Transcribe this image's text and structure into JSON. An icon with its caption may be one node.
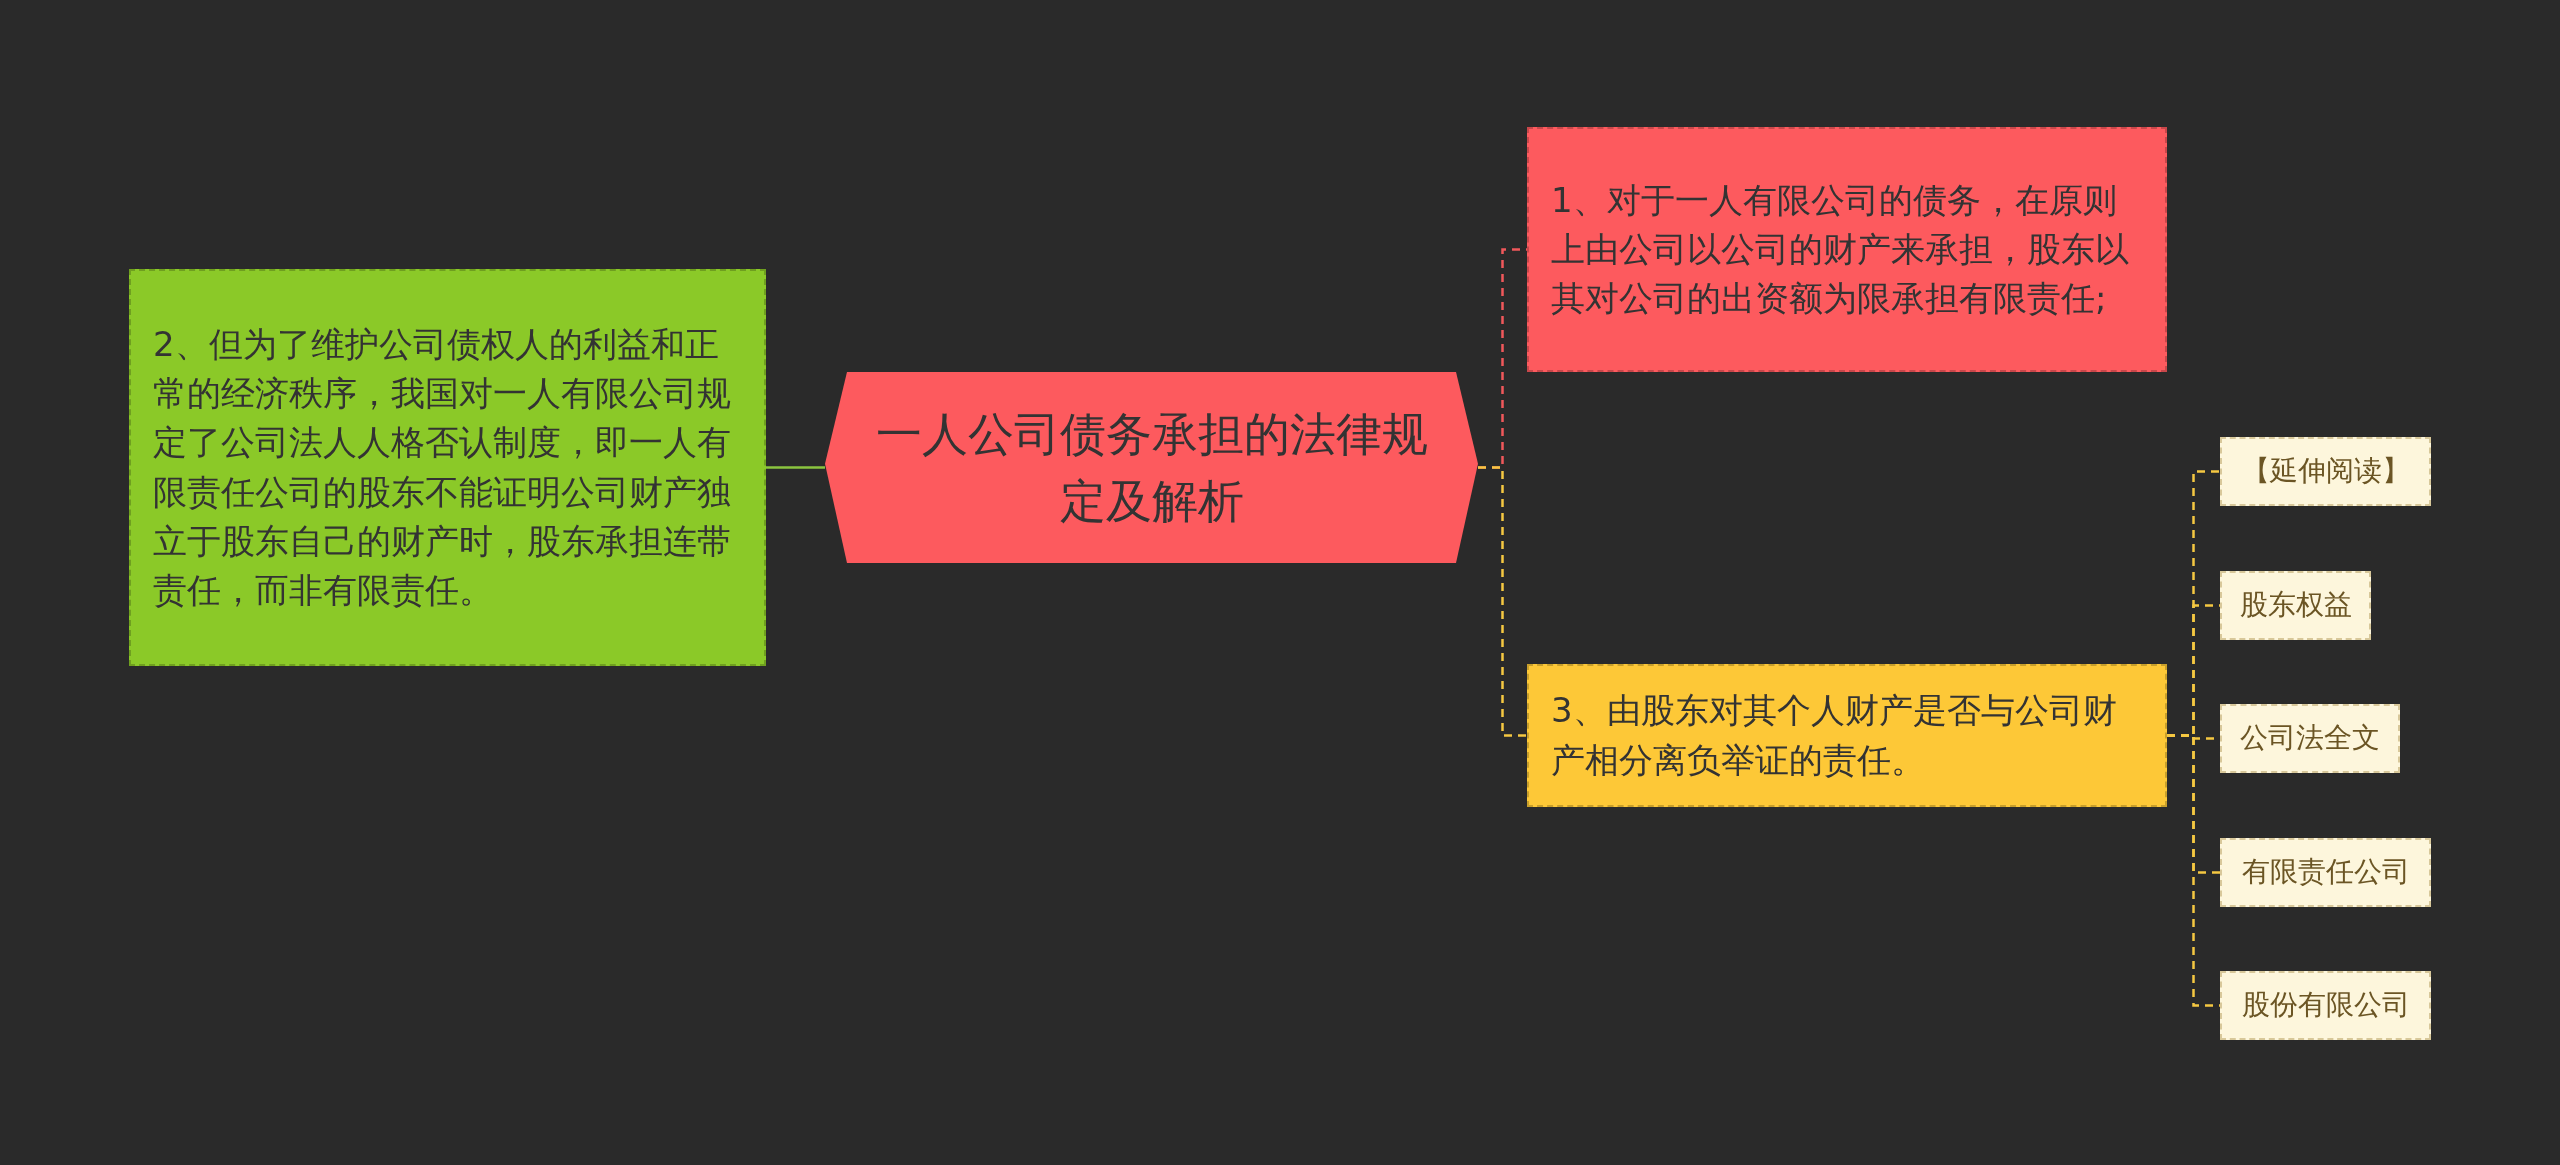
{
  "diagram": {
    "nodes": [
      {
        "text": [
          "一人公司债务承担的法律规定及解析"
        ]
      },
      {
        "text": [
          "2、但为了维护公司债权人的利益和正常的经济秩序，我国对一人有限公司规定了公司法人人格否认制度，即一人有限责任公司的股东不能证明公司财产独立于股东自己的财产时，股东承担连带责任，而非有限责任。"
        ]
      },
      {
        "text": [
          "1、对于一人有限公司的债务，在原则上由公司以公司的财产来承担，股东以其对公司的出资额为限承担有限责任;"
        ]
      },
      {
        "text": [
          "3、由股东对其个人财产是否与公司财产相分离负举证的责任。"
        ]
      },
      {
        "text": [
          "【延伸阅读】"
        ]
      },
      {
        "text": [
          "股东权益"
        ]
      },
      {
        "text": [
          "公司法全文"
        ]
      },
      {
        "text": [
          "有限责任公司"
        ]
      },
      {
        "text": [
          "股份有限公司"
        ]
      }
    ],
    "edges": [
      {
        "from": 0,
        "to": 1,
        "arrow": "none",
        "color": "#8bc53f"
      },
      {
        "from": 0,
        "to": 2,
        "arrow": "none",
        "style": "dashed",
        "color": "#f0585b"
      },
      {
        "from": 0,
        "to": 3,
        "arrow": "none",
        "style": "dashed"
      },
      {
        "from": 3,
        "to": 4,
        "arrow": "none",
        "style": "dashed"
      },
      {
        "from": 3,
        "to": 5,
        "arrow": "none",
        "style": "dashed"
      },
      {
        "from": 3,
        "to": 6,
        "arrow": "none",
        "style": "dashed"
      },
      {
        "from": 3,
        "to": 7,
        "arrow": "none",
        "style": "dashed"
      },
      {
        "from": 3,
        "to": 8,
        "arrow": "none",
        "style": "dashed"
      }
    ]
  }
}
